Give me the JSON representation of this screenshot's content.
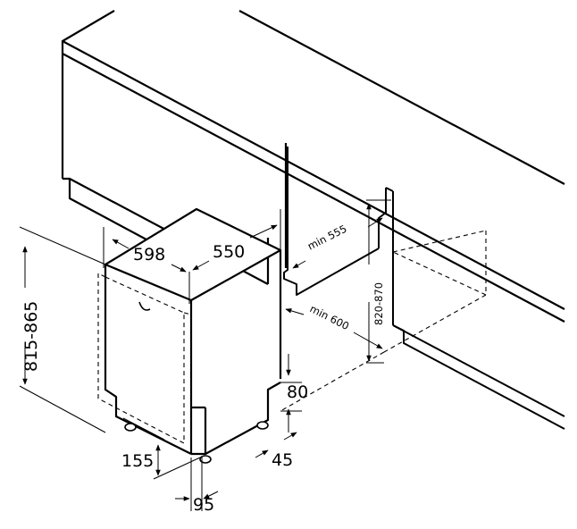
{
  "labels": {
    "width": "598",
    "depth": "550",
    "height_range": "815-865",
    "niche_depth": "min 555",
    "niche_width": "min 600",
    "niche_height": "820-870",
    "plinth_height": "80",
    "plinth_gap": "45",
    "foot_height": "155",
    "foot_offset": "95"
  },
  "colors": {
    "line": "#000000",
    "background": "#ffffff"
  }
}
